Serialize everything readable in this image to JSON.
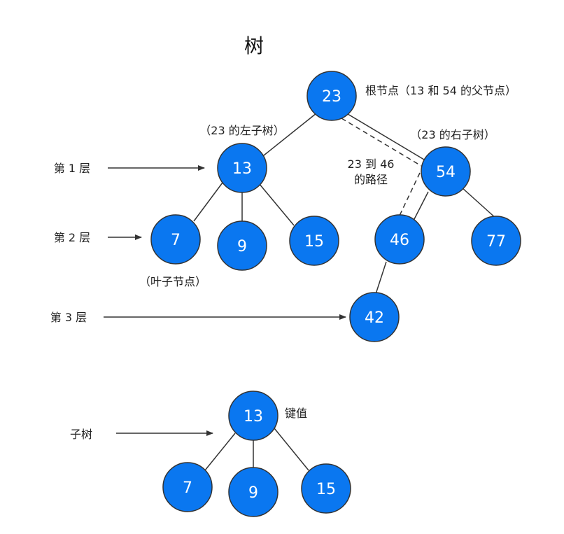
{
  "title": "树",
  "colors": {
    "node_fill": "#0a77f0",
    "node_stroke": "#333333",
    "line": "#333333"
  },
  "tree": {
    "nodes": {
      "n23": "23",
      "n13": "13",
      "n54": "54",
      "n7": "7",
      "n9": "9",
      "n15": "15",
      "n46": "46",
      "n77": "77",
      "n42": "42"
    },
    "annotations": {
      "root": "根节点（13 和 54 的父节点）",
      "left_subtree": "（23 的左子树）",
      "right_subtree": "（23 的右子树）",
      "path_line1": "23 到 46",
      "path_line2": "的路径",
      "leaf": "（叶子节点）"
    },
    "levels": {
      "l1": "第 1 层",
      "l2": "第 2 层",
      "l3": "第 3 层"
    }
  },
  "subtree": {
    "label": "子树",
    "key_label": "键值",
    "nodes": {
      "s13": "13",
      "s7": "7",
      "s9": "9",
      "s15": "15"
    }
  }
}
